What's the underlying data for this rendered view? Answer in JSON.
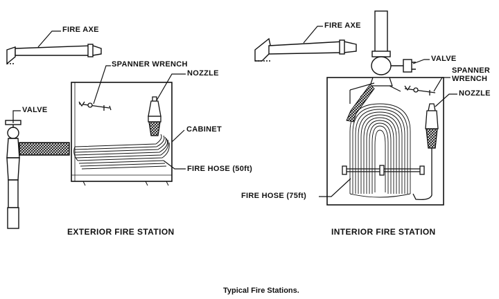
{
  "exterior": {
    "title": "EXTERIOR FIRE STATION",
    "labels": {
      "fire_axe": "FIRE AXE",
      "spanner_wrench": "SPANNER WRENCH",
      "nozzle": "NOZZLE",
      "valve": "VALVE",
      "cabinet": "CABINET",
      "fire_hose": "FIRE HOSE (50ft)"
    }
  },
  "interior": {
    "title": "INTERIOR FIRE STATION",
    "labels": {
      "fire_axe": "FIRE AXE",
      "valve": "VALVE",
      "spanner_wrench_line1": "SPANNER",
      "spanner_wrench_line2": "WRENCH",
      "nozzle": "NOZZLE",
      "fire_hose": "FIRE HOSE (75ft)"
    }
  },
  "caption": "Typical Fire Stations.",
  "colors": {
    "ink": "#111111",
    "paper": "#ffffff"
  }
}
